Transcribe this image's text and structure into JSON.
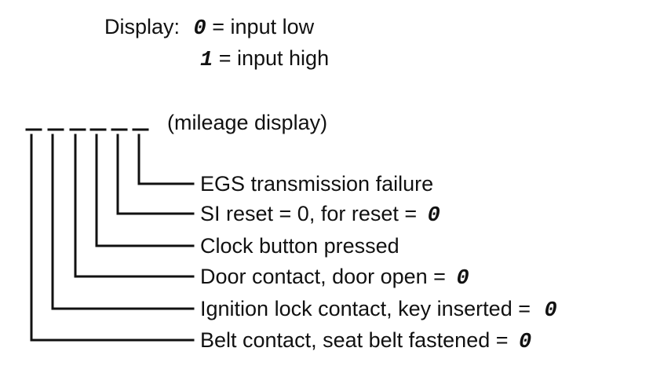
{
  "legend": {
    "prefix": "Display:",
    "low_digit": "0",
    "low_text": "= input low",
    "high_digit": "1",
    "high_text": "= input high"
  },
  "mileage_label": "(mileage display)",
  "bits": [
    {
      "label": "EGS transmission failure",
      "value": ""
    },
    {
      "label": "SI reset = 0, for reset =",
      "value": "0"
    },
    {
      "label": "Clock button pressed",
      "value": ""
    },
    {
      "label": "Door contact, door open =",
      "value": "0"
    },
    {
      "label": "Ignition lock contact, key inserted =",
      "value": "0"
    },
    {
      "label": "Belt contact, seat belt fastened =",
      "value": "0"
    }
  ]
}
